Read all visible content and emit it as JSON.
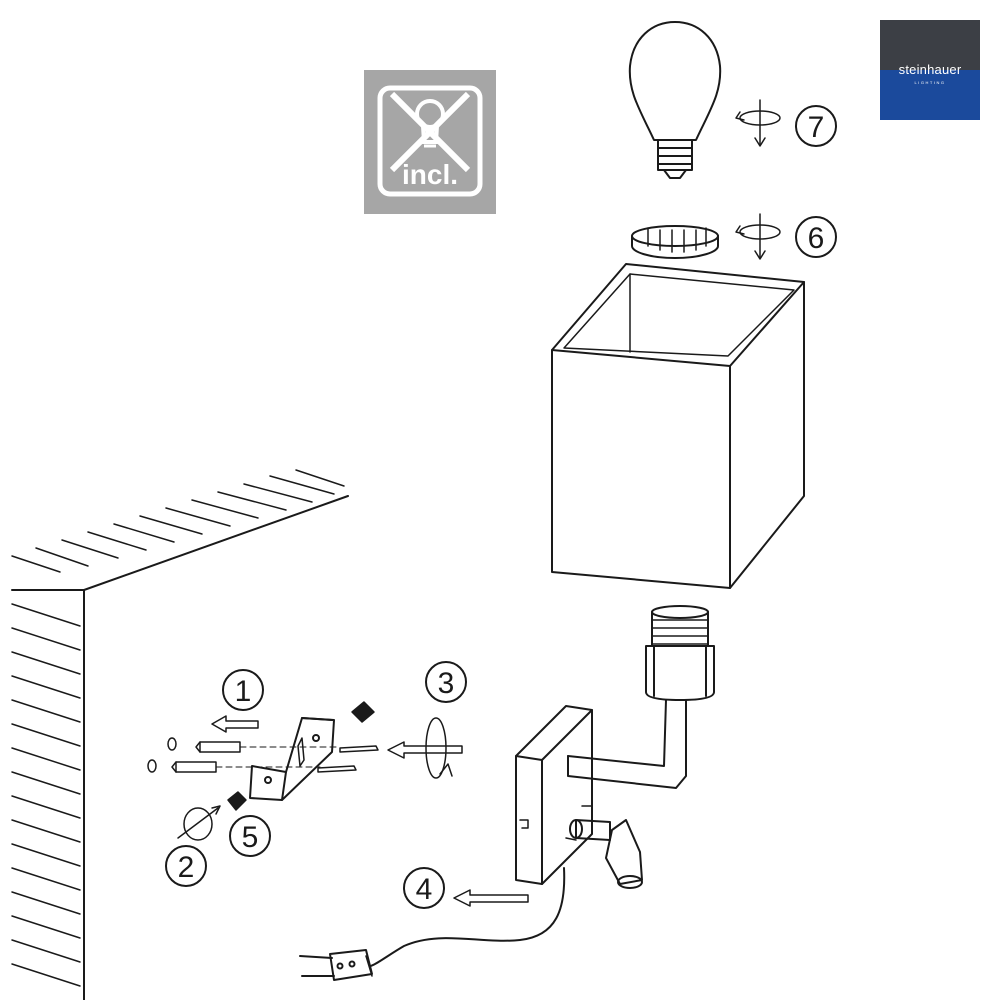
{
  "brand": {
    "name": "steinhauer",
    "sub": "LIGHTING",
    "color_top": "#3c3f45",
    "color_bottom": "#1b4a9c"
  },
  "notice": {
    "text": "incl.",
    "icon": "bulb-not-included-icon",
    "color": "#a6a6a6"
  },
  "steps": [
    {
      "number": "1"
    },
    {
      "number": "2"
    },
    {
      "number": "3"
    },
    {
      "number": "4"
    },
    {
      "number": "5"
    },
    {
      "number": "6"
    },
    {
      "number": "7"
    }
  ]
}
